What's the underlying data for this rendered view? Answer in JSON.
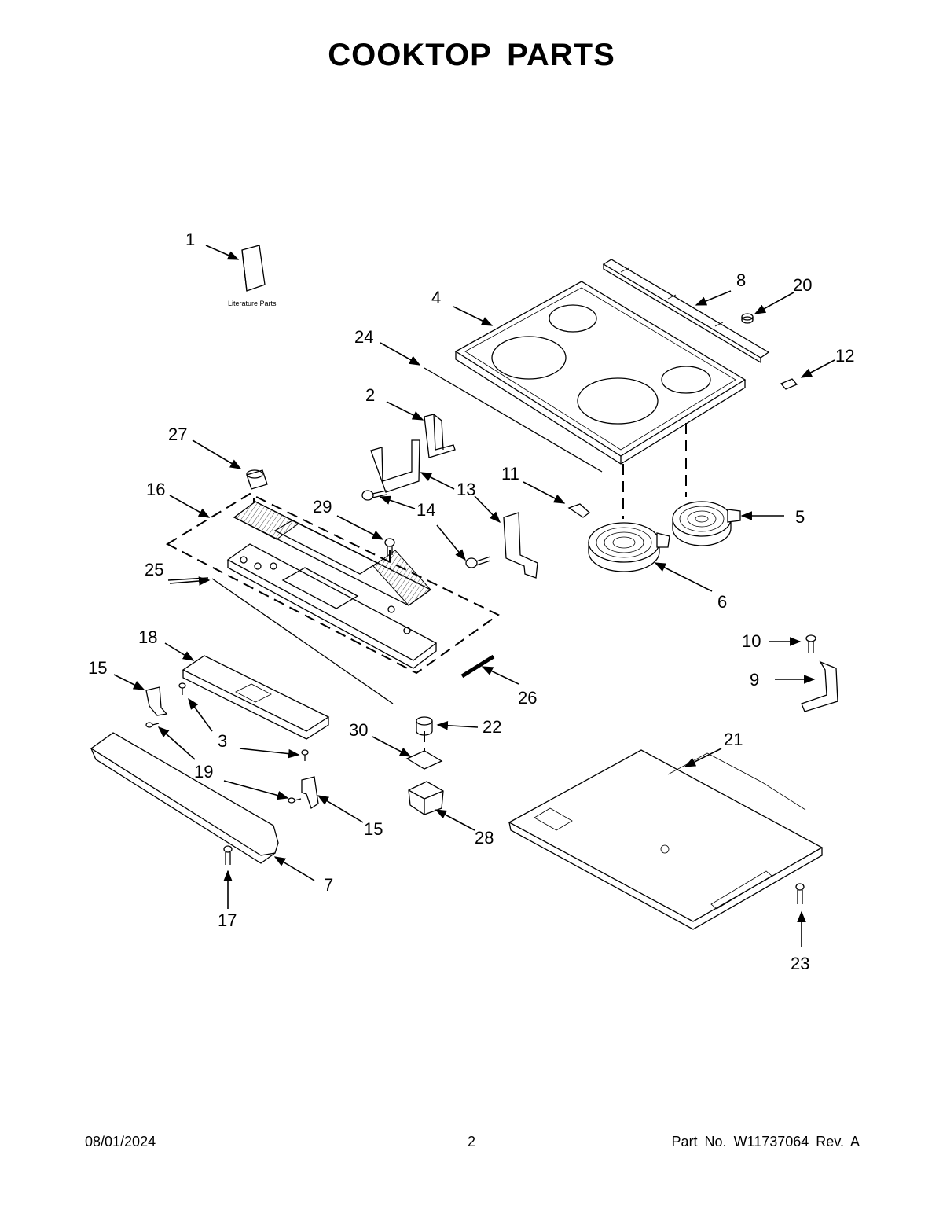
{
  "header": {
    "title": "COOKTOP PARTS"
  },
  "diagram": {
    "literature_label": "Literature Parts",
    "callouts": [
      {
        "id": "c1",
        "label": "1"
      },
      {
        "id": "c2",
        "label": "2"
      },
      {
        "id": "c3",
        "label": "3"
      },
      {
        "id": "c4",
        "label": "4"
      },
      {
        "id": "c5",
        "label": "5"
      },
      {
        "id": "c6",
        "label": "6"
      },
      {
        "id": "c7",
        "label": "7"
      },
      {
        "id": "c8",
        "label": "8"
      },
      {
        "id": "c9",
        "label": "9"
      },
      {
        "id": "c10",
        "label": "10"
      },
      {
        "id": "c11",
        "label": "11"
      },
      {
        "id": "c12",
        "label": "12"
      },
      {
        "id": "c13a",
        "label": "13"
      },
      {
        "id": "c13b",
        "label": "13"
      },
      {
        "id": "c14a",
        "label": "14"
      },
      {
        "id": "c14b",
        "label": "14"
      },
      {
        "id": "c15a",
        "label": "15"
      },
      {
        "id": "c15b",
        "label": "15"
      },
      {
        "id": "c16",
        "label": "16"
      },
      {
        "id": "c17",
        "label": "17"
      },
      {
        "id": "c18",
        "label": "18"
      },
      {
        "id": "c19",
        "label": "19"
      },
      {
        "id": "c20",
        "label": "20"
      },
      {
        "id": "c21",
        "label": "21"
      },
      {
        "id": "c22",
        "label": "22"
      },
      {
        "id": "c23",
        "label": "23"
      },
      {
        "id": "c24",
        "label": "24"
      },
      {
        "id": "c25",
        "label": "25"
      },
      {
        "id": "c26",
        "label": "26"
      },
      {
        "id": "c27",
        "label": "27"
      },
      {
        "id": "c28",
        "label": "28"
      },
      {
        "id": "c29",
        "label": "29"
      },
      {
        "id": "c30",
        "label": "30"
      }
    ]
  },
  "footer": {
    "date": "08/01/2024",
    "page": "2",
    "part_no": "Part No.  W11737064  Rev.  A"
  }
}
